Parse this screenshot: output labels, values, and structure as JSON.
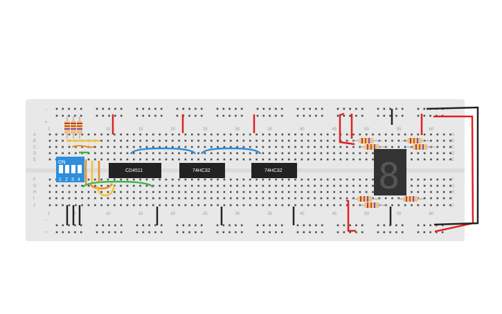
{
  "breadboard": {
    "column_numbers": [
      "1",
      "5",
      "10",
      "15",
      "20",
      "25",
      "30",
      "35",
      "40",
      "45",
      "50",
      "55",
      "60"
    ],
    "row_letters_top": [
      "A",
      "B",
      "C",
      "D",
      "E"
    ],
    "row_letters_bottom": [
      "F",
      "G",
      "H",
      "I",
      "J"
    ],
    "rail_plus": "+",
    "rail_minus": "−"
  },
  "dip_switch": {
    "on_label": "ON",
    "positions": [
      "1",
      "2",
      "3",
      "4"
    ],
    "color": "#2f8fdc"
  },
  "chips": [
    {
      "label": "CD4511"
    },
    {
      "label": "74HC32"
    },
    {
      "label": "74HC32"
    }
  ],
  "seven_segment": {
    "digit": "8",
    "color": "#333333"
  },
  "colors": {
    "board": "#e8e8e8",
    "hole": "#4a4a4a",
    "wire_red": "#e0201f",
    "wire_black": "#222222",
    "wire_blue": "#2d8ad8",
    "wire_green": "#3bb54a",
    "wire_orange": "#f08c1e",
    "wire_yellow": "#f1c232",
    "resistor_body": "#e7c48a"
  }
}
